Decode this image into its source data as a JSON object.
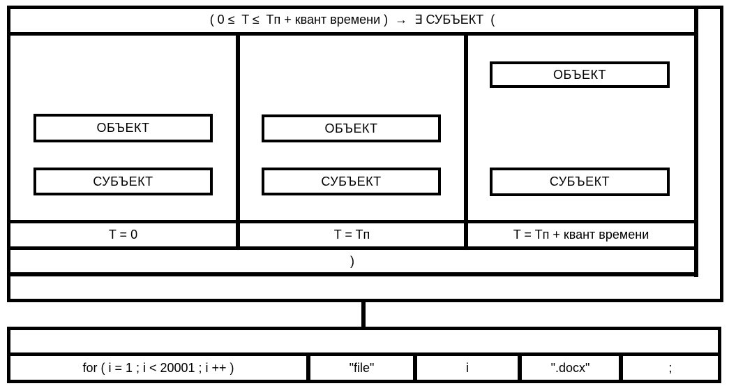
{
  "diagram": {
    "header": {
      "formula": "( 0 ≤  T ≤  Tп + квант времени )  →  ∃ СУБЪЕКТ  ("
    },
    "columns": [
      {
        "object_label": "ОБЪЕКТ",
        "subject_label": "СУБЪЕКТ",
        "time_label": "T = 0"
      },
      {
        "object_label": "ОБЪЕКТ",
        "subject_label": "СУБЪЕКТ",
        "time_label": "T = Tп"
      },
      {
        "object_label": "ОБЪЕКТ",
        "subject_label": "СУБЪЕКТ",
        "time_label": "T = Tп + квант времени"
      }
    ],
    "closing_paren": ")",
    "loop_table": {
      "cells": [
        "for ( i = 1 ; i < 20001 ; i ++ )",
        "\"file\"",
        "i",
        "\".docx\"",
        ";"
      ]
    },
    "colors": {
      "line": "#000000",
      "background": "#ffffff"
    }
  }
}
